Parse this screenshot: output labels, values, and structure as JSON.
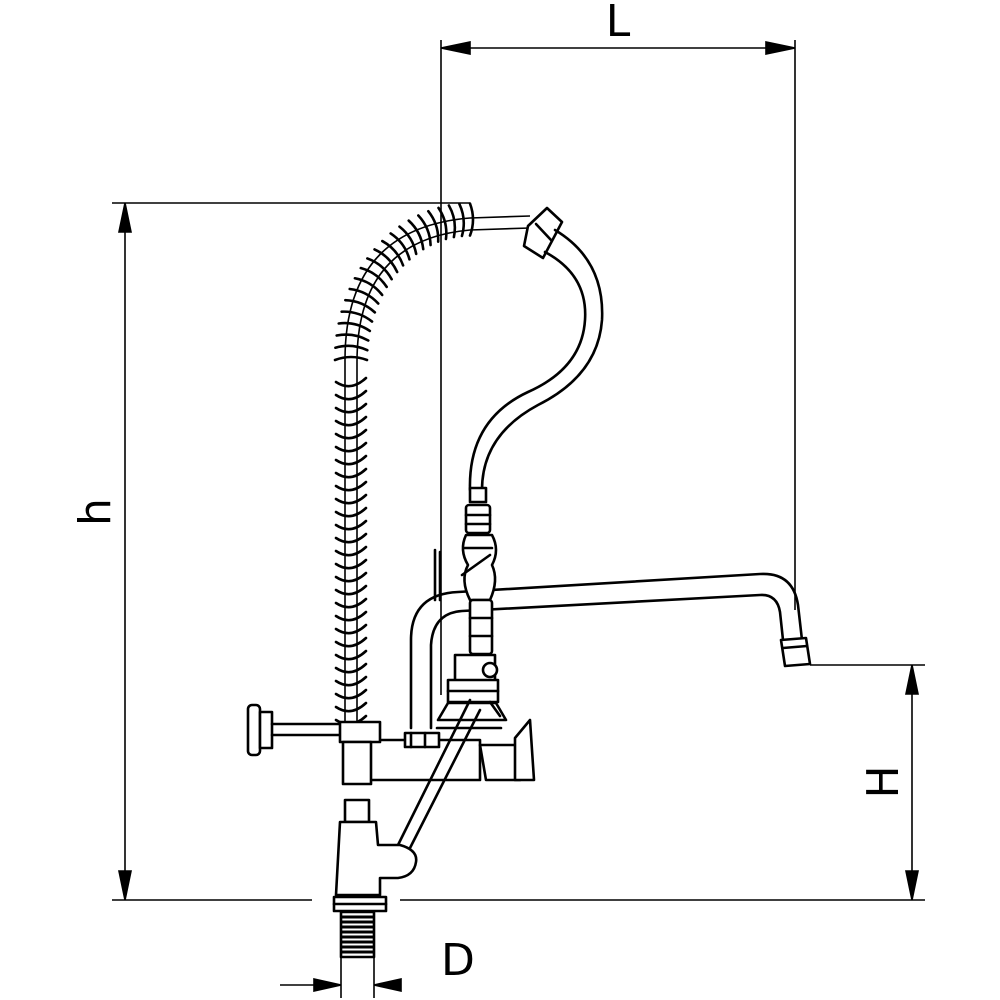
{
  "dimensions": {
    "L": "L",
    "h": "h",
    "H": "H",
    "D": "D"
  },
  "colors": {
    "line": "#000000",
    "background": "#ffffff"
  }
}
